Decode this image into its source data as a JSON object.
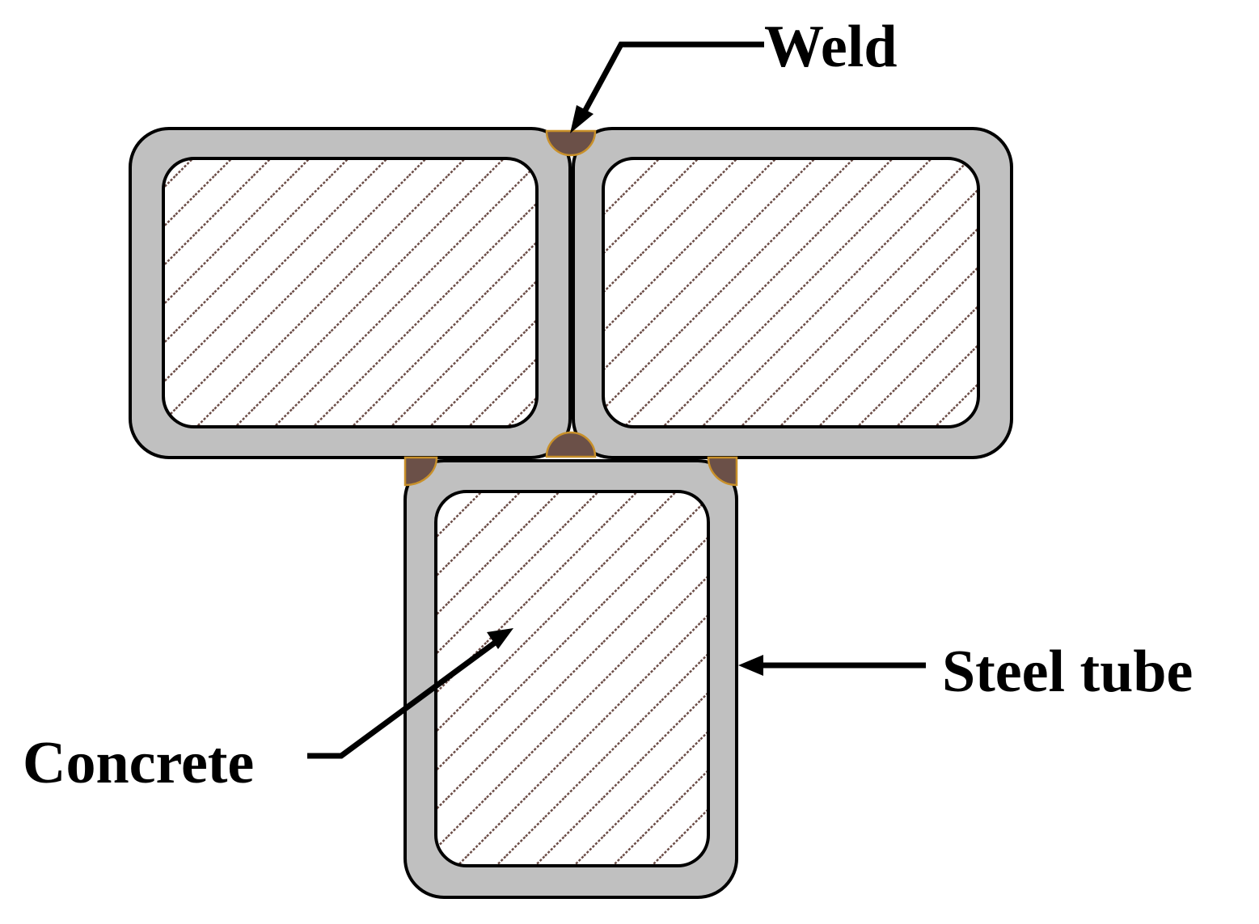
{
  "labels": {
    "weld": "Weld",
    "steel_tube": "Steel tube",
    "concrete": "Concrete"
  },
  "colors": {
    "steel": "#c0c0c0",
    "outline": "#000000",
    "concrete_fill": "#ffffff",
    "hatch": "#6b4c46",
    "weld_fill": "#6b5048",
    "weld_outline": "#c8902a",
    "background": "#ffffff"
  }
}
